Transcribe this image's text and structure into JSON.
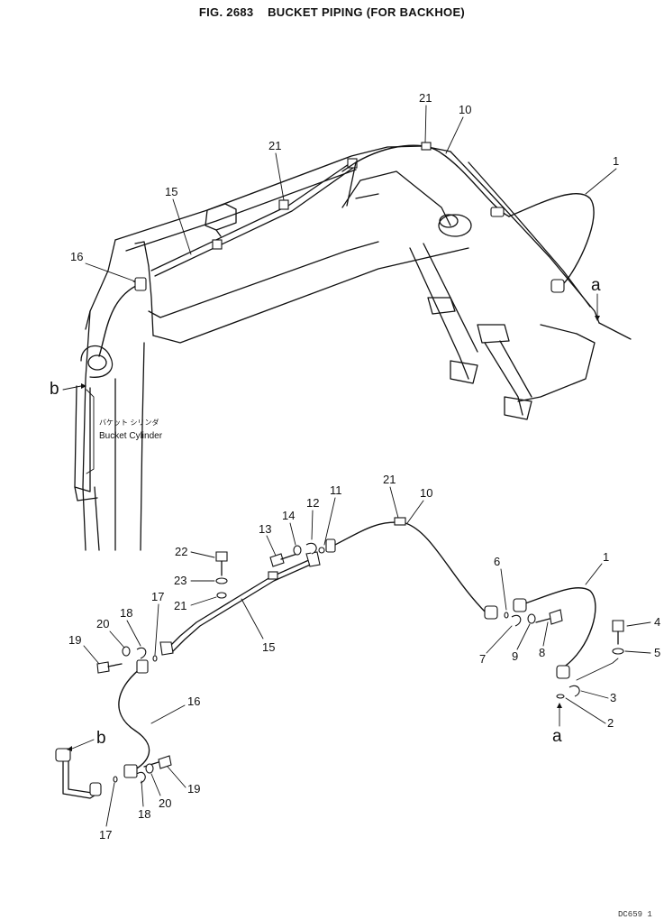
{
  "header": {
    "fig_label": "FIG. 2683",
    "title": "BUCKET PIPING (FOR BACKHOE)"
  },
  "labels": {
    "bucket_cylinder_jp": "バケット シリンダ",
    "bucket_cylinder_en": "Bucket Cylinder",
    "ref_a": "a",
    "ref_b": "b"
  },
  "callouts": {
    "top": [
      "21",
      "10",
      "1",
      "21",
      "15",
      "16"
    ],
    "parts": [
      "1",
      "2",
      "3",
      "4",
      "5",
      "6",
      "7",
      "8",
      "9",
      "10",
      "11",
      "12",
      "13",
      "14",
      "15",
      "16",
      "17",
      "18",
      "19",
      "20",
      "21",
      "22",
      "23"
    ]
  },
  "footer": {
    "stamp": "DC659 1"
  }
}
